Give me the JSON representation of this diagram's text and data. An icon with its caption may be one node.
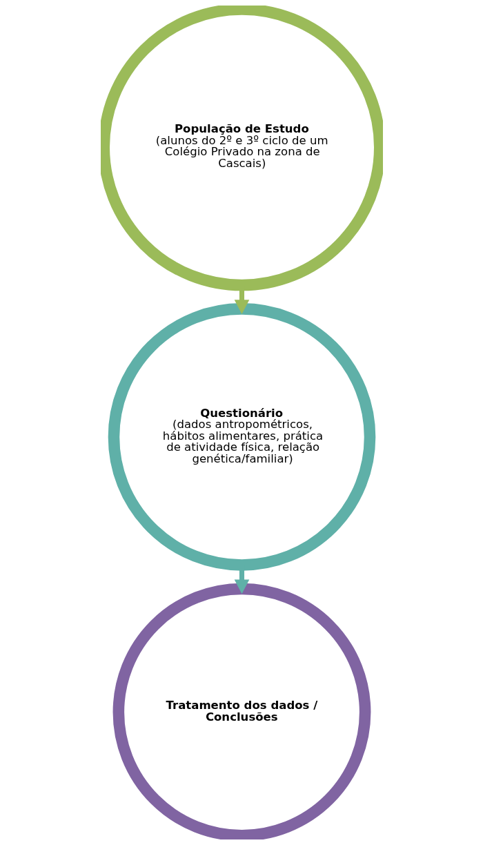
{
  "diagram": {
    "nodes": [
      {
        "text": [
          "População de Estudo",
          "(alunos do 2º e 3º ciclo de um Colégio Privado na zona de Cascais)"
        ]
      },
      {
        "text": [
          "Questionário",
          "(dados antropométricos, hábitos alimentares, prática de atividade física, relação genética/familiar)"
        ]
      },
      {
        "text": [
          "Tratamento dos dados / Conclusões"
        ]
      }
    ],
    "edges": [
      {
        "from": 0,
        "to": 1,
        "arrow": "to"
      },
      {
        "from": 1,
        "to": 2,
        "arrow": "to"
      }
    ]
  }
}
